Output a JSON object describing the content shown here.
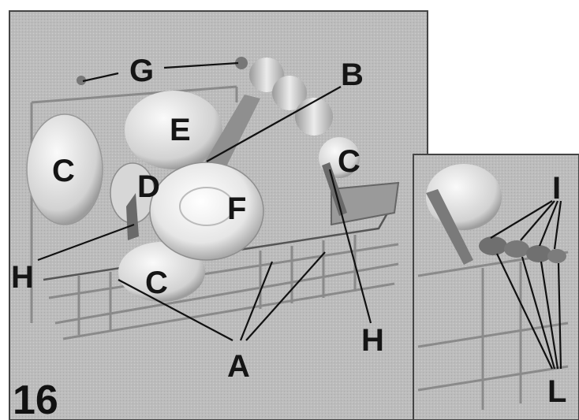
{
  "figure": {
    "number": "16",
    "labels": {
      "A": "A",
      "B": "B",
      "C": "C",
      "D": "D",
      "E": "E",
      "F": "F",
      "G": "G",
      "H": "H",
      "I": "I",
      "L": "L"
    }
  },
  "colors": {
    "photo_bg": "#bdbdbd",
    "rack_wire": "#8a8a8a",
    "dish": "#efefef",
    "label_ink": "#151515"
  }
}
